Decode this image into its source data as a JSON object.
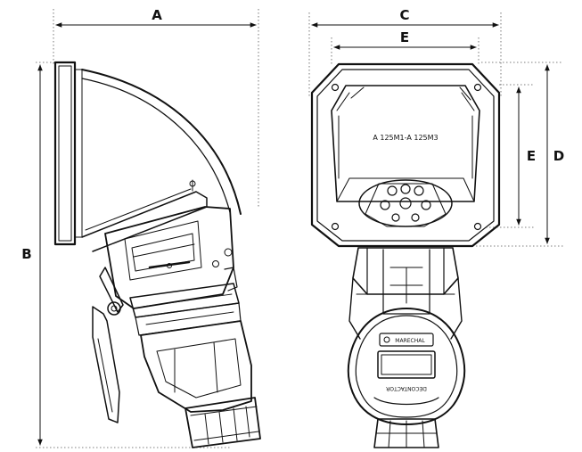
{
  "dimensions": {
    "a": "A",
    "b": "B",
    "c": "C",
    "d": "D",
    "e_horizontal": "E",
    "e_vertical": "E"
  },
  "front_view": {
    "label_text": "A 125M1-A 125M3",
    "latch_text": "DECONTACTOR",
    "badge_text": "MARECHAL"
  },
  "colors": {
    "stroke": "#111111",
    "dimension_line": "#111111",
    "background": "#ffffff"
  }
}
